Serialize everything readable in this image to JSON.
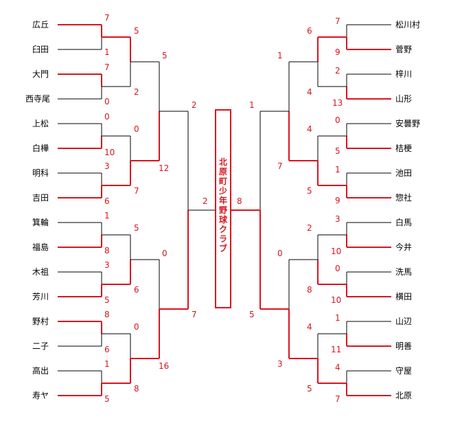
{
  "colors": {
    "win": "#d9141e",
    "lose": "#000000"
  },
  "champion": "北原町少年野球クラブ",
  "left_teams": [
    "広丘",
    "臼田",
    "大門",
    "西寺尾",
    "上松",
    "白樺",
    "明科",
    "吉田",
    "箕輪",
    "福島",
    "木祖",
    "芳川",
    "野村",
    "二子",
    "高出",
    "寿ヤ"
  ],
  "right_teams": [
    "松川村",
    "菅野",
    "梓川",
    "山形",
    "安曇野",
    "桔梗",
    "池田",
    "惣社",
    "白馬",
    "今井",
    "洗馬",
    "横田",
    "山辺",
    "明善",
    "守屋",
    "北原"
  ],
  "left_r1": [
    [
      "7",
      "1"
    ],
    [
      "7",
      "0"
    ],
    [
      "0",
      "10"
    ],
    [
      "3",
      "6"
    ],
    [
      "1",
      "8"
    ],
    [
      "3",
      "5"
    ],
    [
      "8",
      "6"
    ],
    [
      "1",
      "5"
    ]
  ],
  "left_r2": [
    [
      "5",
      "2"
    ],
    [
      "0",
      "7"
    ],
    [
      "5",
      "6"
    ],
    [
      "0",
      "8"
    ]
  ],
  "left_r3": [
    [
      "5",
      "12"
    ],
    [
      "0",
      "16"
    ]
  ],
  "left_r4": [
    "2",
    "7"
  ],
  "left_final": "2",
  "right_r1": [
    [
      "7",
      "9"
    ],
    [
      "2",
      "13"
    ],
    [
      "0",
      "5"
    ],
    [
      "1",
      "9"
    ],
    [
      "3",
      "10"
    ],
    [
      "0",
      "10"
    ],
    [
      "1",
      "11"
    ],
    [
      "4",
      "7"
    ]
  ],
  "right_r2": [
    [
      "6",
      "4"
    ],
    [
      "4",
      "5"
    ],
    [
      "2",
      "8"
    ],
    [
      "4",
      "5"
    ]
  ],
  "right_r3": [
    [
      "1",
      "7"
    ],
    [
      "0",
      "3"
    ]
  ],
  "right_r4": [
    "1",
    "5"
  ],
  "right_final": "8"
}
